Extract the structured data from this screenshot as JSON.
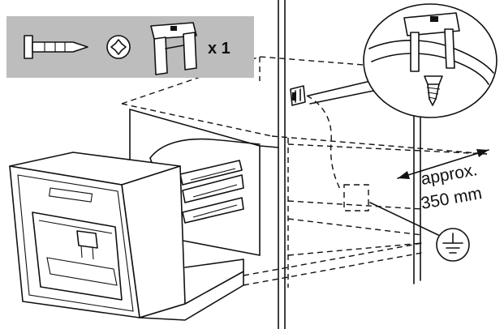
{
  "parts_box": {
    "quantity_label": "x 1",
    "background": "#bdbdbd",
    "icons": [
      "screw-icon",
      "phillips-head-icon",
      "mounting-clip-icon"
    ]
  },
  "dimension": {
    "line1": "approx.",
    "line2": "350 mm"
  },
  "symbols": [
    "ground-symbol-icon"
  ]
}
